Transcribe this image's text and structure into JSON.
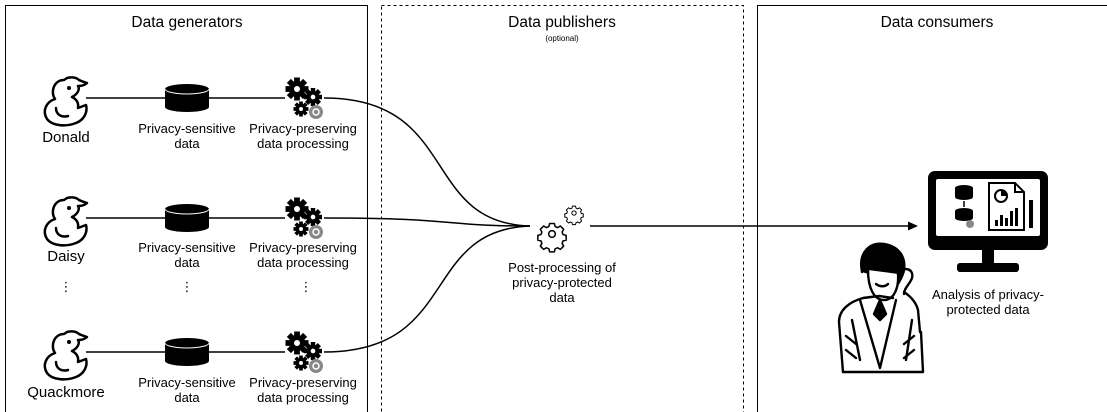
{
  "sections": {
    "generators": "Data generators",
    "publishers": "Data publishers",
    "publishers_note": "(optional)",
    "consumers": "Data consumers"
  },
  "rows": [
    {
      "name": "Donald",
      "db_label": [
        "Privacy-sensitive",
        "data"
      ],
      "proc_label": [
        "Privacy-preserving",
        "data processing"
      ]
    },
    {
      "name": "Daisy",
      "db_label": [
        "Privacy-sensitive",
        "data"
      ],
      "proc_label": [
        "Privacy-preserving",
        "data processing"
      ]
    },
    {
      "name": "Quackmore",
      "db_label": [
        "Privacy-sensitive",
        "data"
      ],
      "proc_label": [
        "Privacy-preserving",
        "data processing"
      ]
    }
  ],
  "ellipsis": "⋮",
  "post_processing_label": [
    "Post-processing of",
    "privacy-protected",
    "data"
  ],
  "analysis_label": [
    "Analysis of privacy-",
    "protected data"
  ],
  "icons": {
    "person": "duck-icon",
    "database": "database-icon",
    "processing": "gears-icon",
    "post_processing": "gears-outline-icon",
    "analyst": "analyst-person-icon",
    "monitor": "monitor-dashboard-icon"
  },
  "colors": {
    "stroke": "#000000",
    "fill": "#000000",
    "badge": "#888888"
  }
}
